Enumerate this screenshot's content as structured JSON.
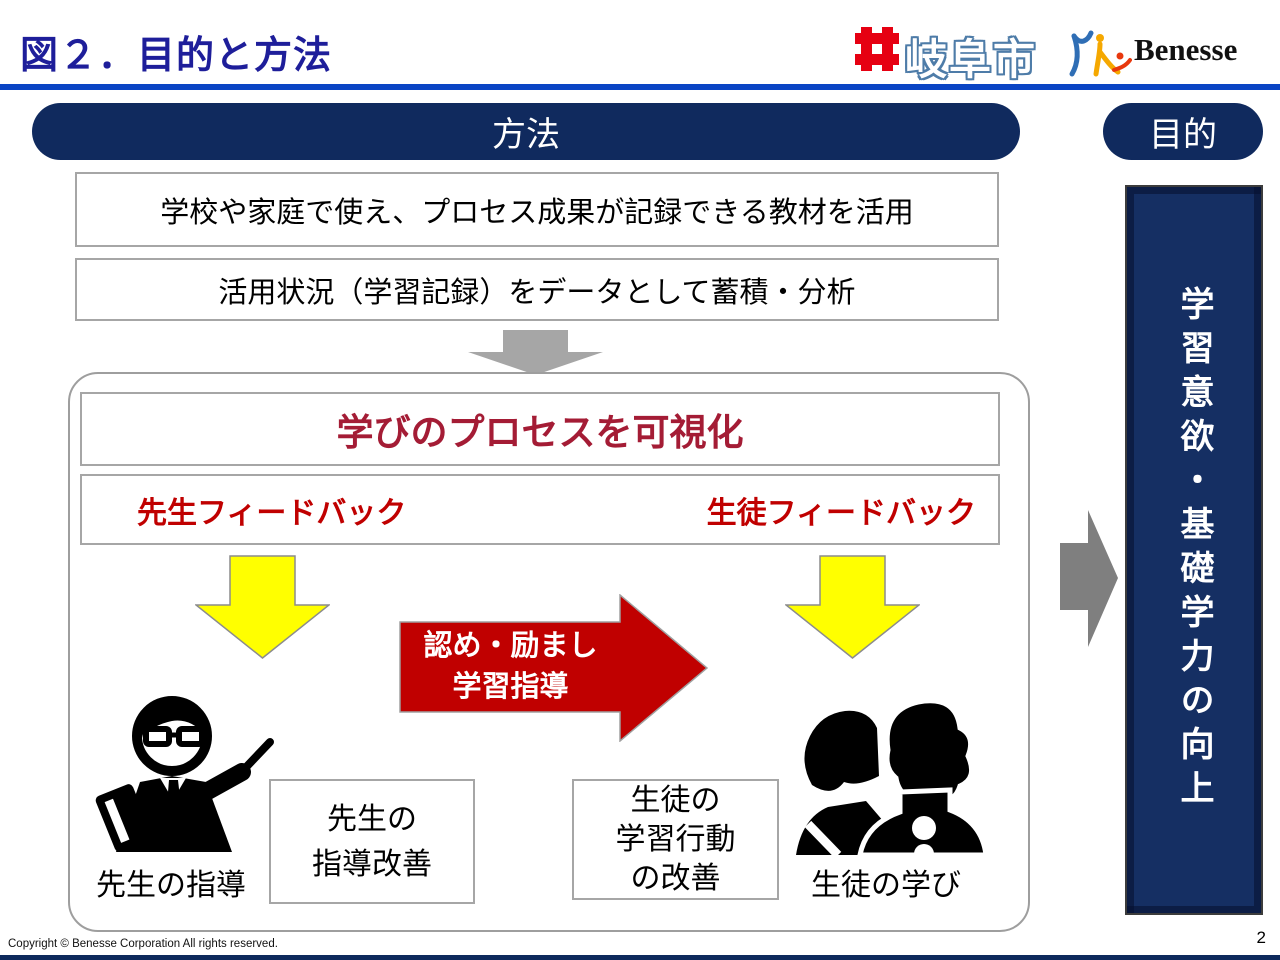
{
  "header": {
    "title": "図２．目的と方法",
    "gifu_city": "岐阜市",
    "benesse": "Benesse"
  },
  "method": {
    "pill_label": "方法",
    "steps": [
      "学校や家庭で使え、プロセス成果が記録できる教材を活用",
      "活用状況（学習記録）をデータとして蓄積・分析"
    ],
    "process": {
      "title": "学びのプロセスを可視化",
      "teacher_feedback": "先生フィードバック",
      "student_feedback": "生徒フィードバック",
      "red_arrow": {
        "line1": "認め・励まし",
        "line2": "学習指導"
      },
      "teacher": {
        "label": "先生の指導",
        "box_line1": "先生の",
        "box_line2": "指導改善"
      },
      "student": {
        "label": "生徒の学び",
        "box_line1": "生徒の",
        "box_line2": "学習行動",
        "box_line3": "の改善"
      }
    }
  },
  "purpose": {
    "pill_label": "目的",
    "goal": "学習意欲・基礎学力の向上"
  },
  "footer": {
    "copyright": "Copyright © Benesse Corporation All rights reserved.",
    "page": "2"
  },
  "colors": {
    "navy": "#102a5e",
    "title_blue": "#1e1e9a",
    "underline_blue": "#0a44c4",
    "crimson": "#a41c35",
    "red": "#c00000",
    "yellow": "#ffff00",
    "gray_down_arrow": "#a6a6a6",
    "gray_right_arrow": "#7f7f7f",
    "gifu_red": "#e60012"
  }
}
